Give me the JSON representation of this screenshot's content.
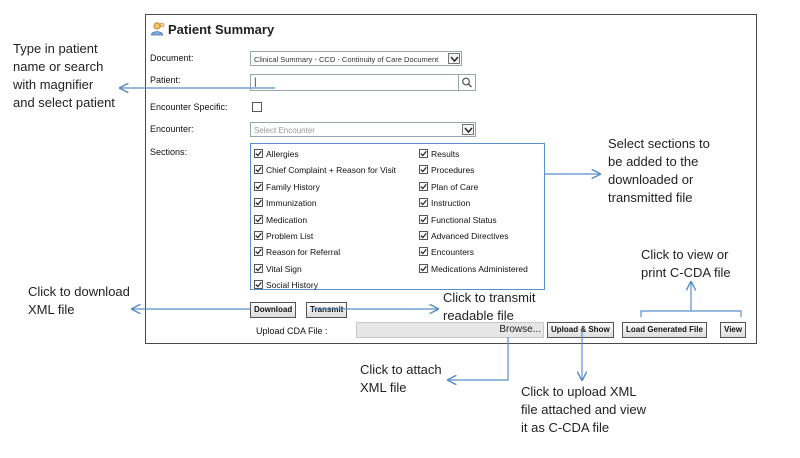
{
  "panel": {
    "title": "Patient Summary",
    "icon": "user-icon"
  },
  "form": {
    "document_label": "Document:",
    "document_value": "Clinical Summary - CCD - Continuity of Care Document",
    "patient_label": "Patient:",
    "patient_value": "|",
    "encounter_specific_label": "Encounter Specific:",
    "encounter_label": "Encounter:",
    "encounter_placeholder": "Select Encounter",
    "sections_label": "Sections:"
  },
  "sections": {
    "left": [
      "Allergies",
      "Chief Complaint + Reason for Visit",
      "Family History",
      "Immunization",
      "Medication",
      "Problem List",
      "Reason for Referral",
      "Vital Sign",
      "Social History"
    ],
    "right": [
      "Results",
      "Procedures",
      "Plan of Care",
      "Instruction",
      "Functional Status",
      "Advanced Directives",
      "Encounters",
      "Medications Administered"
    ]
  },
  "actions": {
    "download": "Download",
    "transmit": "Transmit",
    "upload_label": "Upload CDA File :",
    "browse": "Browse...",
    "upload_show": "Upload & Show",
    "load_generated": "Load Generated File",
    "view": "View"
  },
  "annotations": {
    "patient": [
      "Type in patient",
      "name or search",
      "with magnifier",
      "and select patient"
    ],
    "sections": [
      "Select sections to",
      "be added to the",
      "downloaded or",
      "transmitted file"
    ],
    "view": [
      "Click to view or",
      "print C-CDA file"
    ],
    "download": [
      "Click to download",
      "XML file"
    ],
    "transmit": [
      "Click to transmit",
      "readable file"
    ],
    "attach": [
      "Click to attach",
      "XML file"
    ],
    "upload": [
      "Click to upload XML",
      "file attached and view",
      "it as C-CDA file"
    ]
  },
  "colors": {
    "arrow": "#5b8ec9",
    "border": "#4a4a4a"
  }
}
